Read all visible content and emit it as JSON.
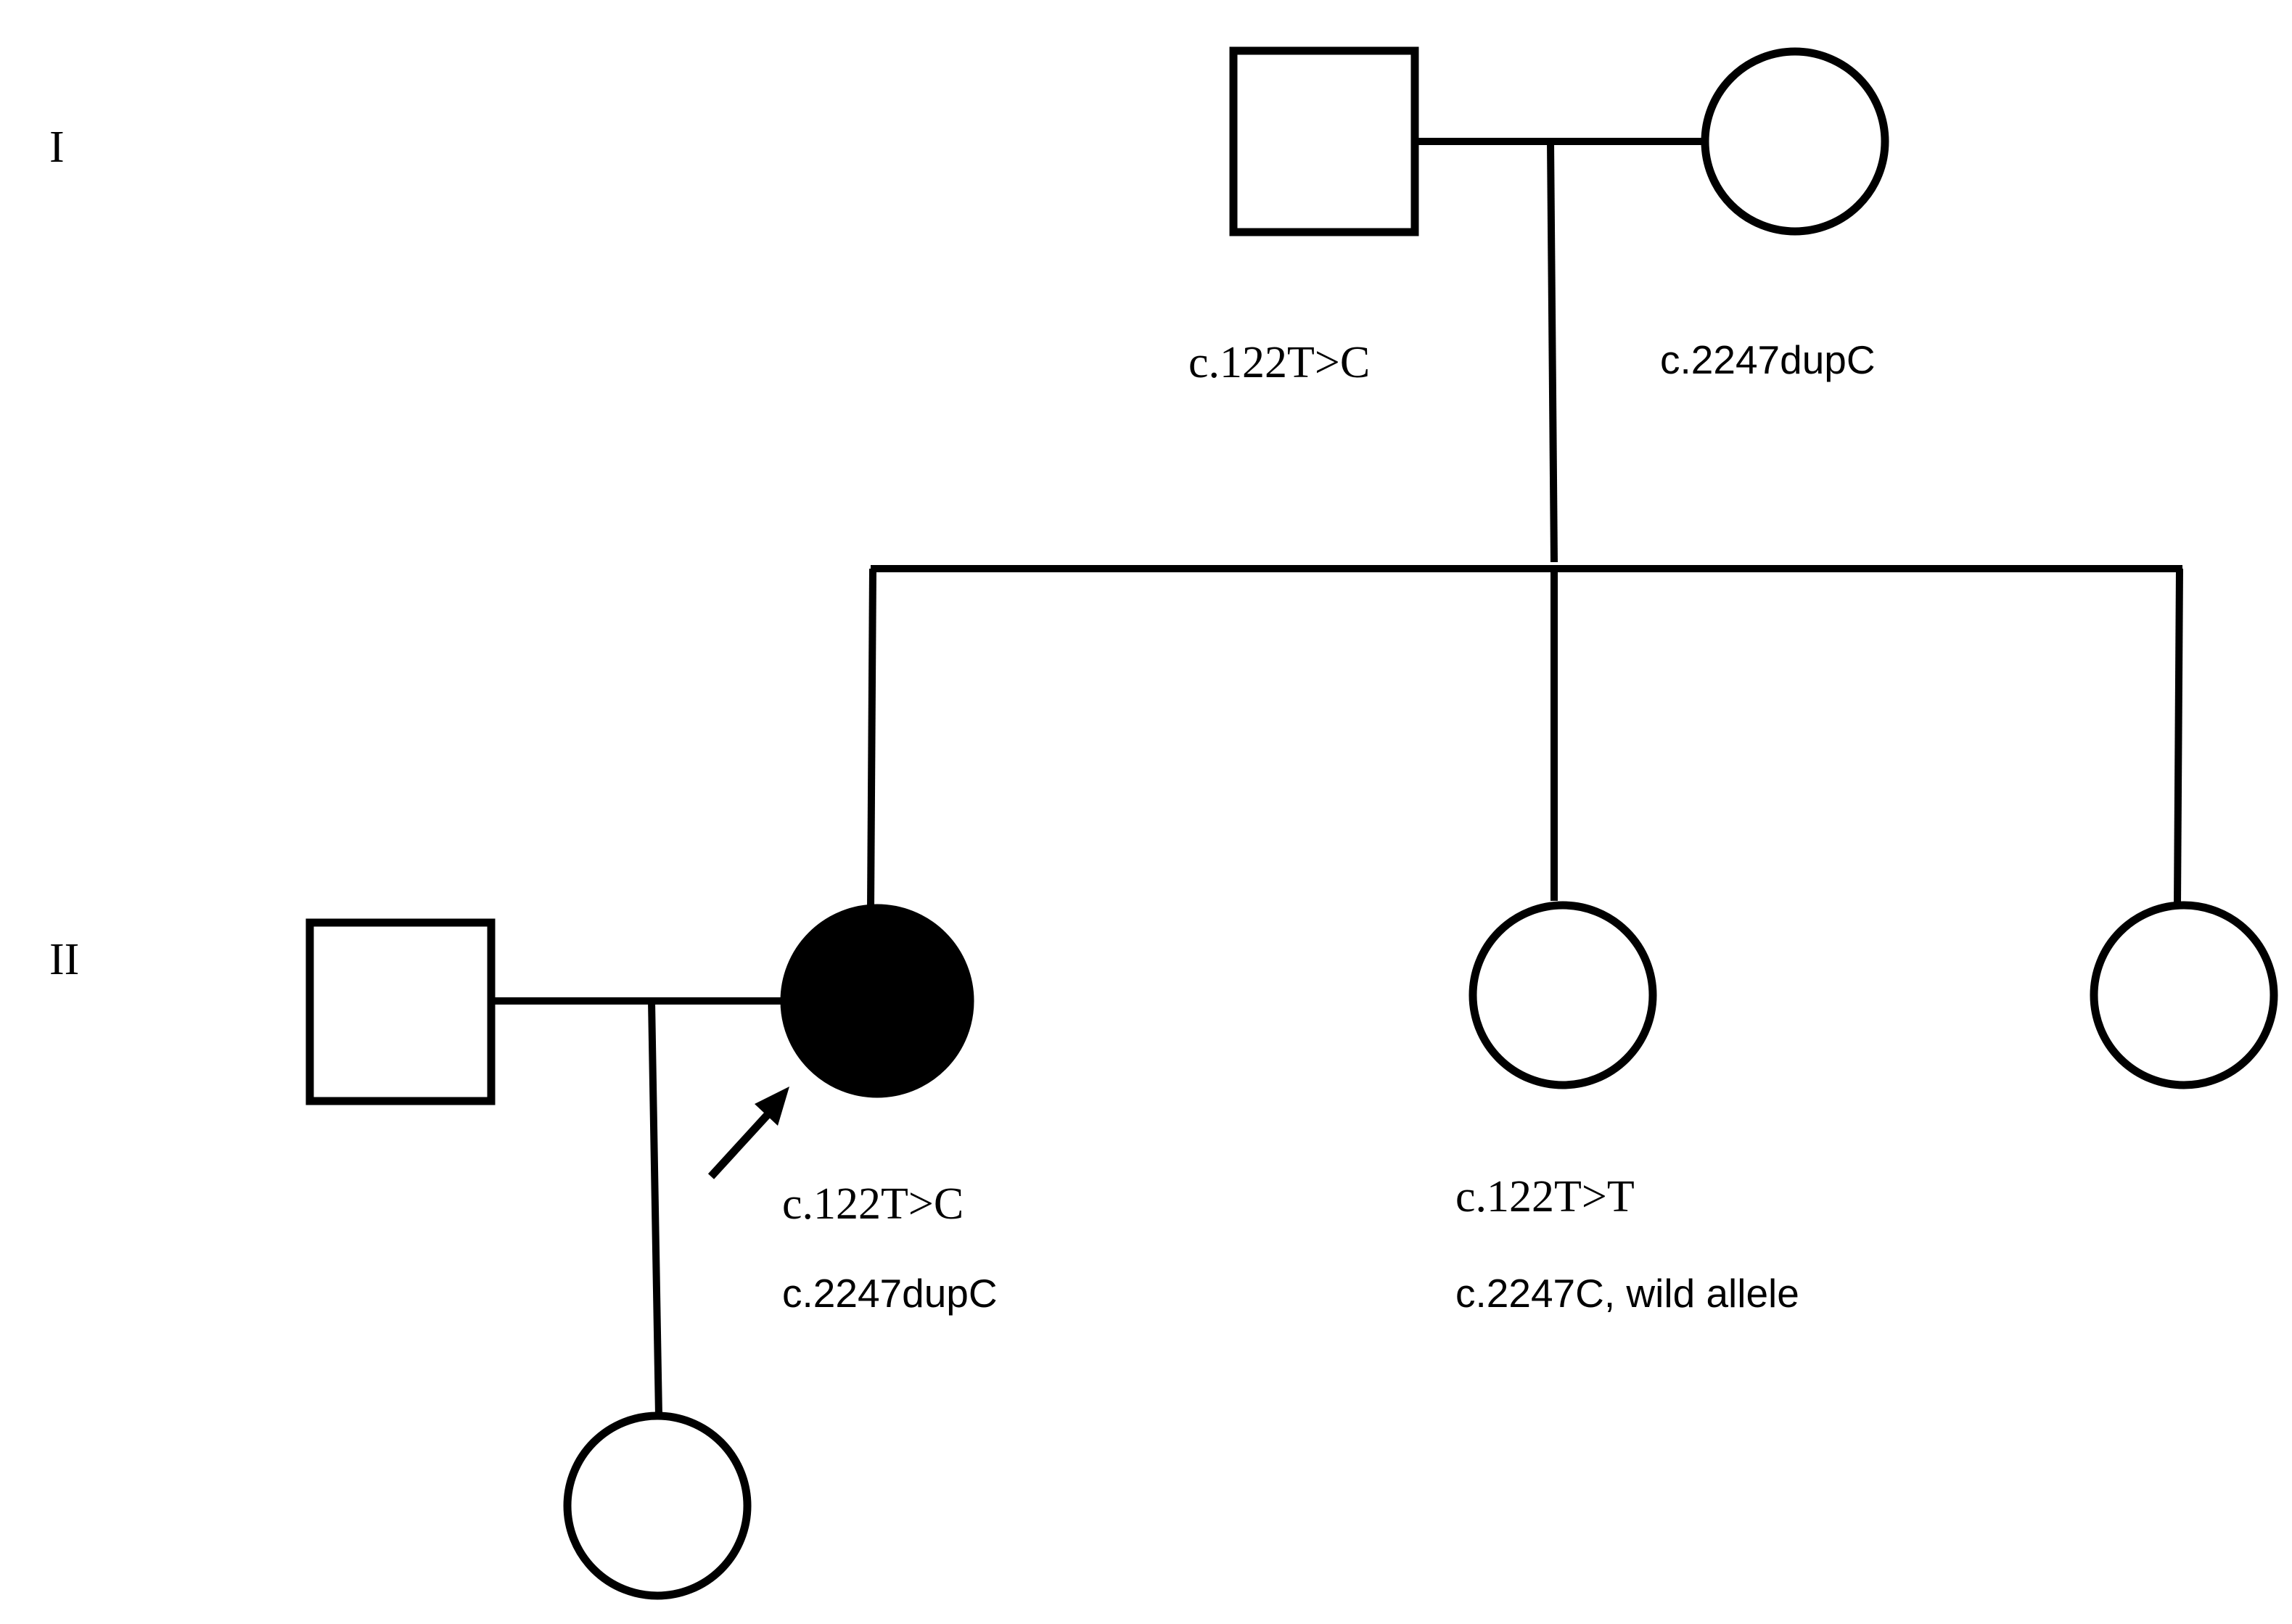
{
  "generations": {
    "gen1_label": "I",
    "gen2_label": "II"
  },
  "individuals": {
    "father_gen1": {
      "symbol": "square",
      "affected": false,
      "genotype_line1": "c.122T>C"
    },
    "mother_gen1": {
      "symbol": "circle",
      "affected": false,
      "genotype_line1": "c.2247dupC"
    },
    "spouse_gen2": {
      "symbol": "square",
      "affected": false
    },
    "proband": {
      "symbol": "circle",
      "affected": true,
      "genotype_line1": "c.122T>C",
      "genotype_line2": "c.2247dupC"
    },
    "sister1_gen2": {
      "symbol": "circle",
      "affected": false,
      "genotype_line1": "c.122T>T",
      "genotype_line2": "c.2247C, wild allele"
    },
    "sister2_gen2": {
      "symbol": "circle",
      "affected": false
    },
    "daughter_gen3": {
      "symbol": "circle",
      "affected": false
    }
  },
  "colors": {
    "line": "#000000",
    "affected_fill": "#000000",
    "unaffected_fill": "#ffffff"
  }
}
